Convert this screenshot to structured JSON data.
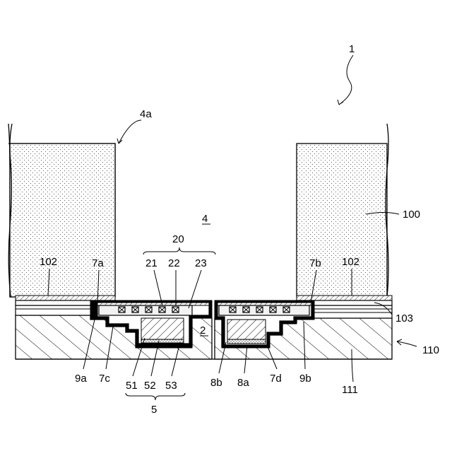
{
  "labels": {
    "l1": "1",
    "l4a": "4a",
    "l4": "4",
    "l20": "20",
    "l21": "21",
    "l22": "22",
    "l23": "23",
    "l102_left": "102",
    "l7a": "7a",
    "l7b": "7b",
    "l102_right": "102",
    "l100": "100",
    "l103": "103",
    "l2": "2",
    "l110": "110",
    "l9a": "9a",
    "l7c": "7c",
    "l51": "51",
    "l52": "52",
    "l53": "53",
    "l5": "5",
    "l8b": "8b",
    "l8a": "8a",
    "l7d": "7d",
    "l9b": "9b",
    "l111": "111"
  }
}
